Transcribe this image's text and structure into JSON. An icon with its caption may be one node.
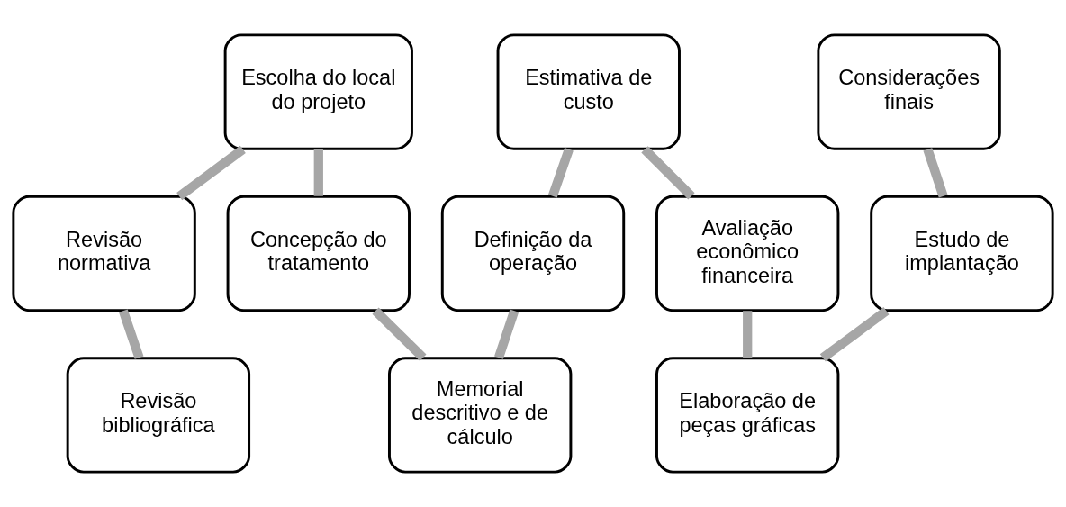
{
  "diagram": {
    "nodes": [
      {
        "text": [
          "Escolha do local do projeto"
        ]
      },
      {
        "text": [
          "Revisão normativa"
        ]
      },
      {
        "text": [
          "Revisão bibliográfica"
        ]
      },
      {
        "text": [
          "Concepção do tratamento"
        ]
      },
      {
        "text": [
          "Memorial descritivo e de cálculo"
        ]
      },
      {
        "text": [
          "Definição da operação"
        ]
      },
      {
        "text": [
          "Estimativa de custo"
        ]
      },
      {
        "text": [
          "Avaliação econômico financeira"
        ]
      },
      {
        "text": [
          "Elaboração de peças gráficas"
        ]
      },
      {
        "text": [
          "Estudo de implantação"
        ]
      },
      {
        "text": [
          "Considerações finais"
        ]
      }
    ],
    "edges": [
      {
        "from": 1,
        "to": 2,
        "arrow": "none"
      },
      {
        "from": 0,
        "to": 1,
        "arrow": "none"
      },
      {
        "from": 0,
        "to": 3,
        "arrow": "none"
      },
      {
        "from": 3,
        "to": 4,
        "arrow": "none"
      },
      {
        "from": 4,
        "to": 5,
        "arrow": "none"
      },
      {
        "from": 5,
        "to": 6,
        "arrow": "none"
      },
      {
        "from": 6,
        "to": 7,
        "arrow": "none"
      },
      {
        "from": 7,
        "to": 8,
        "arrow": "none"
      },
      {
        "from": 8,
        "to": 9,
        "arrow": "none"
      },
      {
        "from": 9,
        "to": 10,
        "arrow": "none"
      }
    ]
  }
}
